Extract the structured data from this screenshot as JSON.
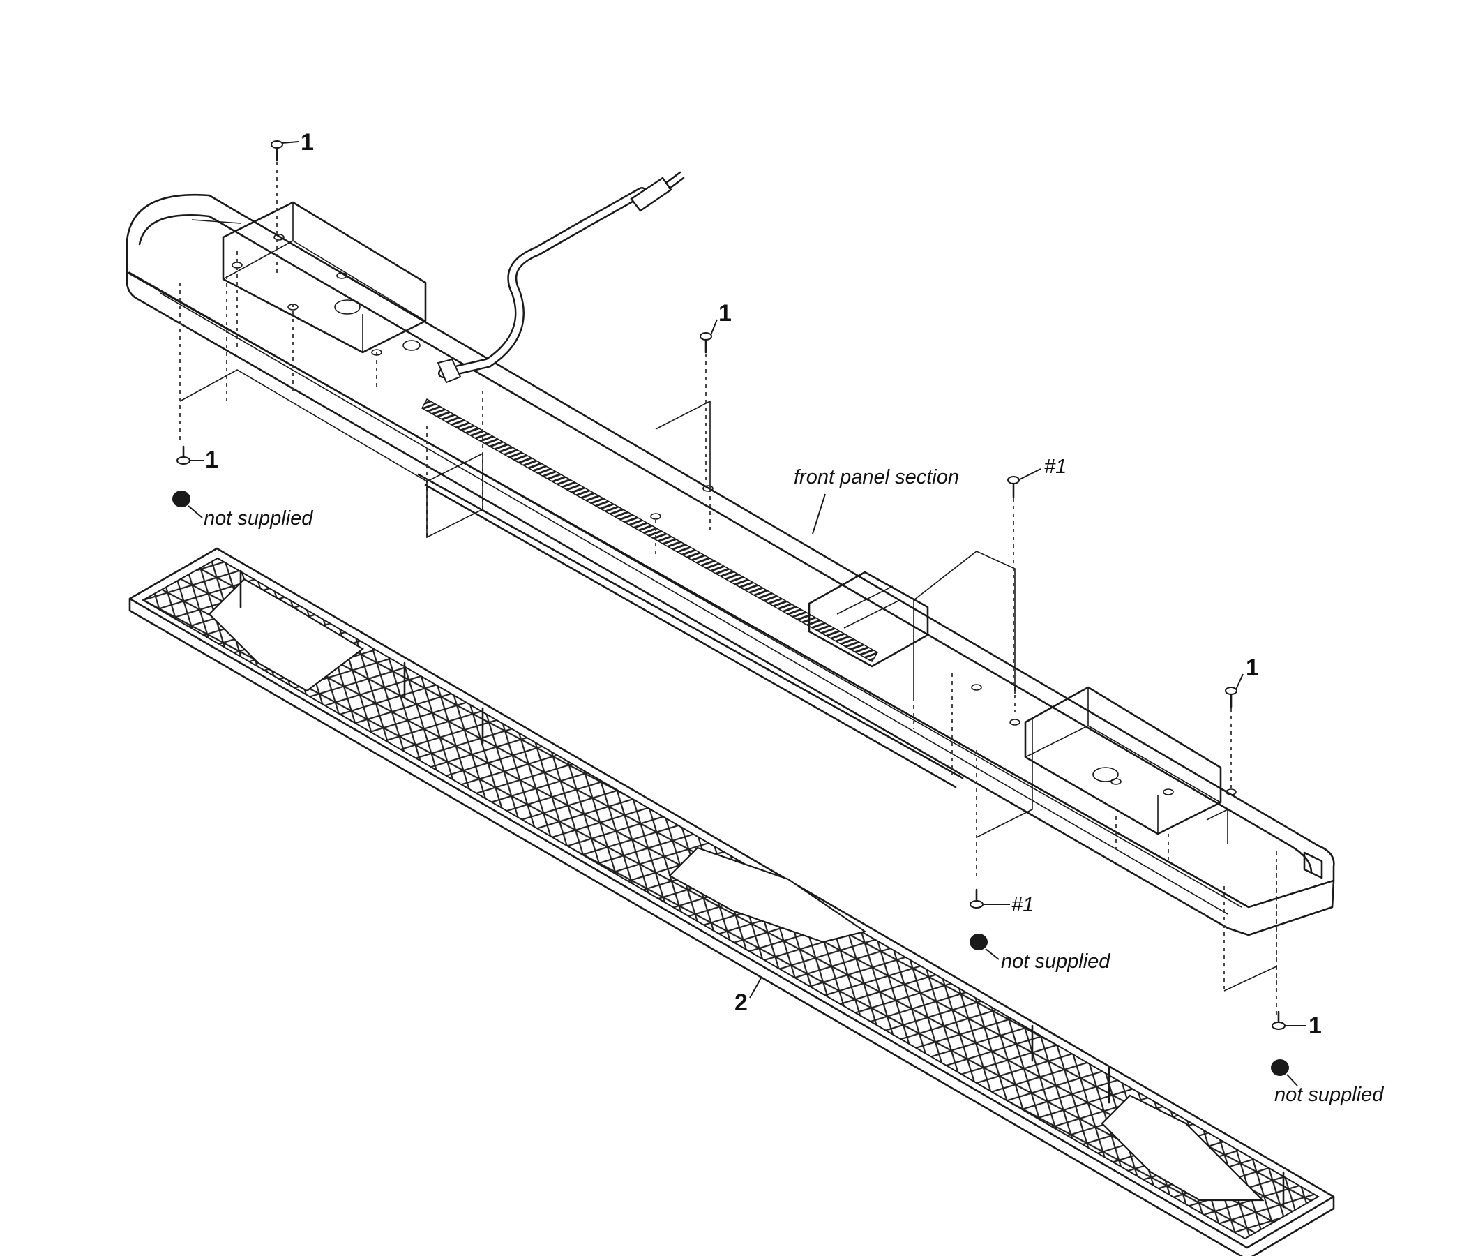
{
  "labels": {
    "part_1": "1",
    "part_ref_1": "#1",
    "part_2": "2",
    "front_panel": "front panel section",
    "not_supplied": "not supplied"
  },
  "colors": {
    "line": "#1a1a1a",
    "background": "#ffffff"
  }
}
